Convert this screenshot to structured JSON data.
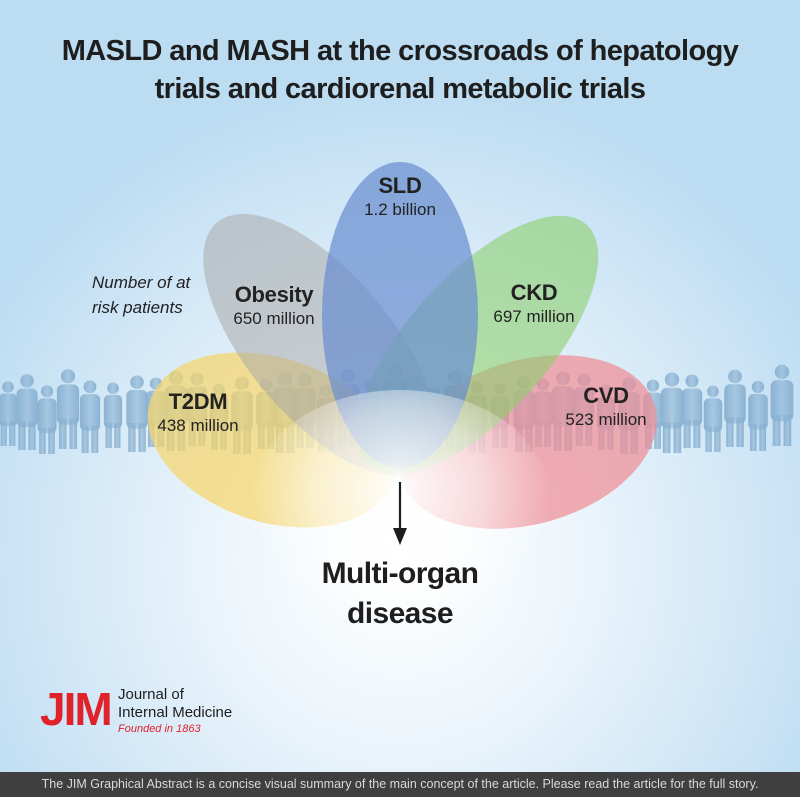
{
  "title": {
    "line1": "MASLD and MASH at the crossroads of hepatology",
    "line2": "trials and cardiorenal metabolic trials"
  },
  "at_risk_label": {
    "line1": "Number of at",
    "line2": "risk patients"
  },
  "conditions": {
    "sld": {
      "name": "SLD",
      "value": "1.2 billion",
      "color": "#6b8fd0"
    },
    "obesity": {
      "name": "Obesity",
      "value": "650 million",
      "color": "#a9a9a9"
    },
    "ckd": {
      "name": "CKD",
      "value": "697 million",
      "color": "#8ccf6e"
    },
    "t2dm": {
      "name": "T2DM",
      "value": "438 million",
      "color": "#f5d56b"
    },
    "cvd": {
      "name": "CVD",
      "value": "523 million",
      "color": "#ef8d95"
    }
  },
  "outcome": {
    "line1": "Multi-organ",
    "line2": "disease"
  },
  "logo": {
    "mark": "JIM",
    "name_line1": "Journal of",
    "name_line2": "Internal Medicine",
    "founded": "Founded in 1863",
    "brand_color": "#e0232a"
  },
  "footer": "The JIM Graphical Abstract is a concise visual summary of the main concept of the article. Please read the article for the full story."
}
